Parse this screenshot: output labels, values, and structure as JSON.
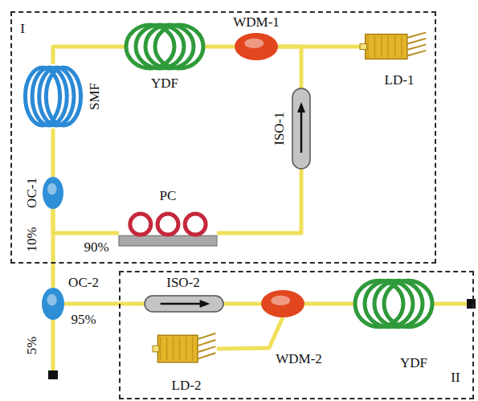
{
  "diagram": {
    "nodes": [
      {
        "text": [
          "I"
        ]
      },
      {
        "text": [
          "YDF"
        ],
        "in": 0
      },
      {
        "text": [
          "WDM-1"
        ],
        "in": 0
      },
      {
        "text": [
          "LD-1"
        ],
        "in": 0
      },
      {
        "text": [
          "SMF"
        ],
        "in": 0
      },
      {
        "text": [
          "ISO-1"
        ],
        "in": 0
      },
      {
        "text": [
          "OC-1"
        ],
        "in": 0
      },
      {
        "text": [
          "PC"
        ],
        "in": 0
      },
      {
        "text": [
          "II"
        ]
      },
      {
        "text": [
          "OC-2"
        ]
      },
      {
        "text": [
          "ISO-2"
        ],
        "in": 8
      },
      {
        "text": [
          "WDM-2"
        ],
        "in": 8
      },
      {
        "text": [
          "LD-2"
        ],
        "in": 8
      },
      {
        "text": [
          "YDF"
        ],
        "in": 8
      }
    ],
    "edges": [
      {
        "from": 4,
        "to": 1,
        "arrow": "none"
      },
      {
        "from": 1,
        "to": 2,
        "arrow": "none"
      },
      {
        "from": 3,
        "to": 2,
        "arrow": "none"
      },
      {
        "from": 2,
        "to": 5,
        "arrow": "none"
      },
      {
        "from": 5,
        "to": 7,
        "arrow": "none"
      },
      {
        "from": 7,
        "to": 6,
        "arrow": "none"
      },
      {
        "from": 6,
        "to": 4,
        "arrow": "none"
      },
      {
        "from": 6,
        "to": 9,
        "arrow": "none"
      },
      {
        "from": 9,
        "to": 10,
        "arrow": "none"
      },
      {
        "from": 10,
        "to": 11,
        "arrow": "none"
      },
      {
        "from": 12,
        "to": 11,
        "arrow": "none"
      },
      {
        "from": 11,
        "to": 13,
        "arrow": "none"
      }
    ],
    "labels": [
      "10%",
      "90%",
      "95%",
      "5%"
    ]
  }
}
